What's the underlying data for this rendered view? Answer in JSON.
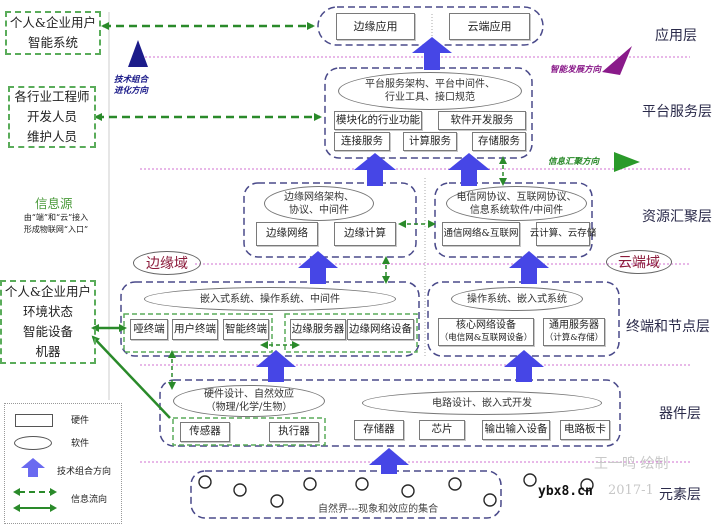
{
  "layers": {
    "application": "应用层",
    "platform": "平台服务层",
    "resource": "资源汇聚层",
    "terminal": "终端和节点层",
    "device": "器件层",
    "element": "元素层"
  },
  "left_boxes": {
    "users_smart": [
      "个人&企业用户",
      "智能系统"
    ],
    "engineers": [
      "各行业工程师",
      "开发人员",
      "维护人员"
    ],
    "sources": [
      "个人&企业用户",
      "环境状态",
      "智能设备",
      "机器"
    ]
  },
  "info_source": {
    "title": "信息源",
    "line1": "由“端”和“云”接入",
    "line2": "形成物联网“入口”"
  },
  "directions": {
    "tech_combination": [
      "技术组合",
      "进化方向"
    ],
    "intelligence": "智能发展方向",
    "info_convergence": "信息汇聚方向"
  },
  "domains": {
    "edge": "边缘域",
    "cloud": "云端域"
  },
  "application_layer": {
    "edge_app": "边缘应用",
    "cloud_app": "云端应用"
  },
  "platform_layer": {
    "software": [
      "平台服务架构、平台中间件、",
      "行业工具、接口规范"
    ],
    "modular": "模块化的行业功能",
    "dev_service": "软件开发服务",
    "connect": "连接服务",
    "compute": "计算服务",
    "storage": "存储服务"
  },
  "resource_layer": {
    "edge_software": [
      "边缘网络架构、",
      "协议、中间件"
    ],
    "edge_network": "边缘网络",
    "edge_compute": "边缘计算",
    "cloud_software": [
      "电信网协议、互联网协议、",
      "信息系统软件/中间件"
    ],
    "telecom": "通信网络&互联网",
    "cloud_compute": "云计算、云存储"
  },
  "terminal_layer": {
    "edge_software": "嵌入式系统、操作系统、中间件",
    "dumb_terminal": "哑终端",
    "user_terminal": "用户终端",
    "smart_terminal": "智能终端",
    "edge_server": "边缘服务器",
    "edge_net_device": "边缘网络设备",
    "cloud_software": "操作系统、嵌入式系统",
    "core_net_device": "核心网络设备",
    "core_net_device_sub": "（电信网&互联网设备）",
    "general_server": "通用服务器",
    "general_server_sub": "（计算&存储）"
  },
  "device_layer": {
    "design_software": [
      "硬件设计、自然效应",
      "（物理/化学/生物）"
    ],
    "circuit_software": "电路设计、嵌入式开发",
    "sensor": "传感器",
    "actuator": "执行器",
    "memory": "存储器",
    "chip": "芯片",
    "io_device": "输出输入设备",
    "circuit_board": "电路板卡"
  },
  "element_layer": {
    "nature": "自然界---现象和效应的集合"
  },
  "legend": {
    "hardware": "硬件",
    "software": "软件",
    "tech_direction": "技术组合方向",
    "info_flow": "信息流向"
  },
  "watermark": {
    "author": "王一鸣 绘制",
    "year": "2017-1",
    "site": "ybx8.cn"
  },
  "colors": {
    "blue_arrow": "#4646e6",
    "green_flow": "#2a8a2a",
    "purple_arrow": "#8a1a8a",
    "dashed_container": "#4a4a8a",
    "pink_divider": "#d070d0",
    "domain_text": "#8b1a3a"
  }
}
